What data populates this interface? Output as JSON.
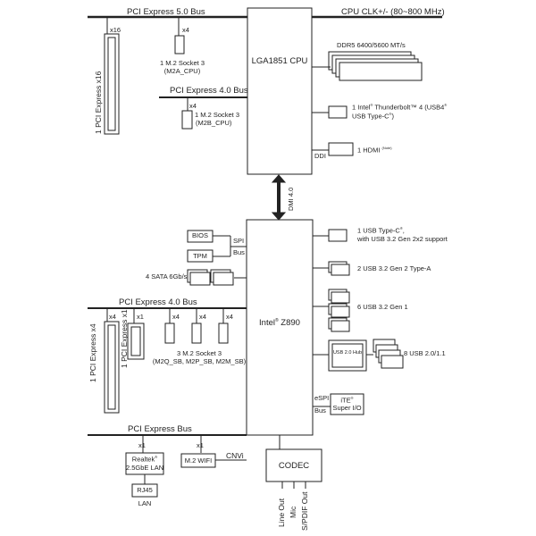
{
  "cpu": {
    "label": "LGA1851 CPU",
    "clk": "CPU CLK+/- (80~800 MHz)"
  },
  "chipset": {
    "label_pre": "Intel",
    "reg": "®",
    "label_post": " Z890"
  },
  "dmi": "DMI 4.0",
  "pcie5_bus": "PCI Express 5.0 Bus",
  "pcie4_bus_top": "PCI Express 4.0 Bus",
  "pcie4_bus_mid": "PCI Express 4.0 Bus",
  "pcie_bus_bottom": "PCI Express Bus",
  "x16": "x16",
  "x4_a": "x4",
  "x4_b": "x4",
  "m2a": {
    "line1": "1 M.2 Socket 3",
    "line2": "(M2A_CPU)"
  },
  "m2b": {
    "line1": "1 M.2 Socket 3",
    "line2": "(M2B_CPU)"
  },
  "slot_x16": "1 PCI Express x16",
  "ddr": "DDR5 6400/5600 MT/s",
  "tb_line1_pre": "1 Intel",
  "tb_line1_post": " Thunderbolt™ 4 (USB4",
  "tb_line2": "USB Type-C",
  "ddi": "DDI",
  "hdmi": "1 HDMI",
  "hdmi_note": "(Note)",
  "bios": "BIOS",
  "tpm": "TPM",
  "spi": "SPI",
  "bus": "Bus",
  "sata": "4 SATA 6Gb/s",
  "usbc_line1": "1 USB Type-C",
  "usbc_line2": "with USB 3.2 Gen 2x2 support",
  "usb_g2": "2 USB 3.2 Gen 2 Type-A",
  "usb_g1": "6 USB 3.2 Gen 1",
  "usb2": "8 USB 2.0/1.1",
  "usb_hub": "USB 2.0 Hub",
  "mid_lanes": [
    "x4",
    "x1",
    "x4",
    "x4",
    "x4"
  ],
  "slot_x4": "1 PCI Express x4",
  "slot_x1": "1 PCI Express x1",
  "m2_three": {
    "line1": "3 M.2 Socket 3",
    "line2": "(M2Q_SB, M2P_SB, M2M_SB)"
  },
  "espi": "eSPI",
  "espi_bus": "Bus",
  "ite": {
    "line1_pre": "iTE",
    "line2": "Super I/O"
  },
  "bottom_lanes": [
    "x1",
    "x1"
  ],
  "lan": {
    "line1_pre": "Realtek",
    "line2": "2.5GbE LAN"
  },
  "rj45": "RJ45",
  "lan_label": "LAN",
  "wifi": "M.2 WIFI",
  "cnvi": "CNVi",
  "codec": "CODEC",
  "audio": [
    "Line Out",
    "Mic",
    "S/PDIF Out"
  ],
  "reg": "®"
}
